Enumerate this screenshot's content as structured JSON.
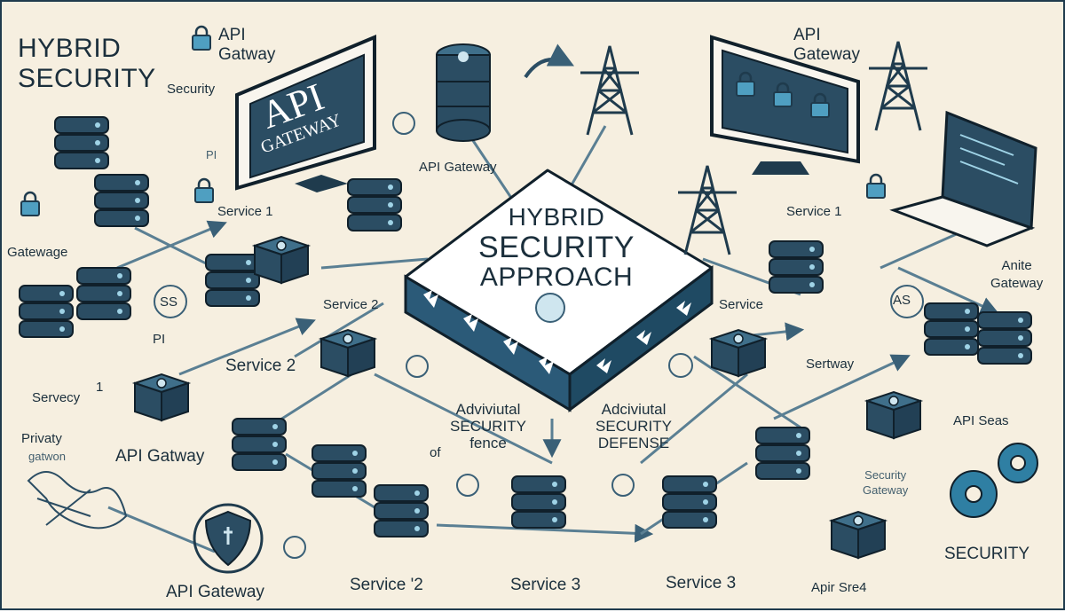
{
  "title": {
    "line1": "HYBRID",
    "line2": "SECURITY"
  },
  "center": {
    "line1": "HYBRID",
    "line2": "SECURITY",
    "line3": "APPROACH"
  },
  "monitor_left": {
    "line1": "API",
    "line2": "GATEWAY"
  },
  "labels": {
    "api_gatway_top": "API\nGatway",
    "security_top": "Security",
    "pi_small": "PI",
    "api_gateway_mid": "API Gateway",
    "service1_left": "Service 1",
    "service1_right": "Service 1",
    "gatewage": "Gatewage",
    "ss": "SS",
    "pi": "PI",
    "service2_a": "Service 2",
    "service2_b": "Service 2",
    "servecy": "Servecy",
    "one": "1",
    "privaty": "Privaty",
    "gatwon": "gatwon",
    "api_gatway_left": "API Gatway",
    "api_gateway_bottom": "API Gateway",
    "service2_bottom": "Service '2",
    "service3_a": "Service 3",
    "service3_b": "Service 3",
    "api_gateway_tr": "API\nGateway",
    "service_right": "Service",
    "anite": "Anite\nGateway",
    "as": "AS",
    "sertway": "Sertway",
    "api_seas": "API Seas",
    "security_gateway": "Security\nGateway",
    "security_right": "SECURITY",
    "apir_sre4": "Apir Sre4"
  },
  "defense_left": {
    "line1": "Adviviutal",
    "line2": "SECURITY",
    "line3": "fence",
    "prefix": "of"
  },
  "defense_right": {
    "line1": "Adciviutal",
    "line2": "SECURITY",
    "line3": "DEFENSE"
  },
  "colors": {
    "background": "#f6efe0",
    "outline": "#1f3b4d",
    "server_dark": "#2b4d63",
    "server_mid": "#3f6f8a",
    "accent": "#2f8fb3",
    "line": "#5a7f93"
  }
}
